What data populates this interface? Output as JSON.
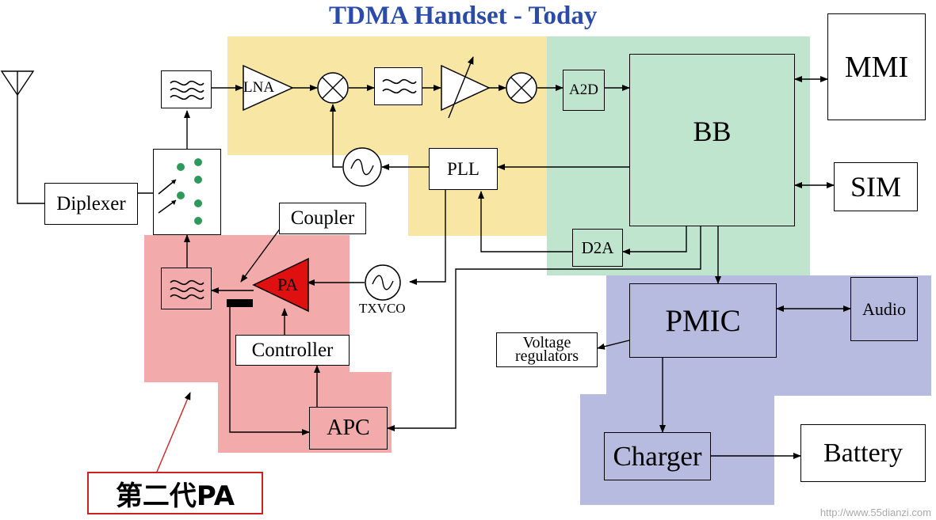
{
  "title": "TDMA Handset - Today",
  "blocks": {
    "mmi": "MMI",
    "bb": "BB",
    "sim": "SIM",
    "pll": "PLL",
    "a2d": "A2D",
    "d2a": "D2A",
    "lna": "LNA",
    "diplexer": "Diplexer",
    "coupler": "Coupler",
    "pa": "PA",
    "txvco": "TXVCO",
    "controller": "Controller",
    "apc": "APC",
    "pmic": "PMIC",
    "audio": "Audio",
    "voltage_regulators_line1": "Voltage",
    "voltage_regulators_line2": "regulators",
    "charger": "Charger",
    "battery": "Battery"
  },
  "annotation": "第二代PA",
  "watermark": "http://www.55dianzi.com",
  "colors": {
    "title": "#2a4ba8",
    "rx_zone": "#f7e6a4",
    "bb_zone": "#bfe5cf",
    "pa_zone": "#f2aaaa",
    "power_zone": "#b7bbdf",
    "pa_fill": "#e01010",
    "filter_dot": "#2e9a5a",
    "annotation_border": "#cc2222"
  }
}
